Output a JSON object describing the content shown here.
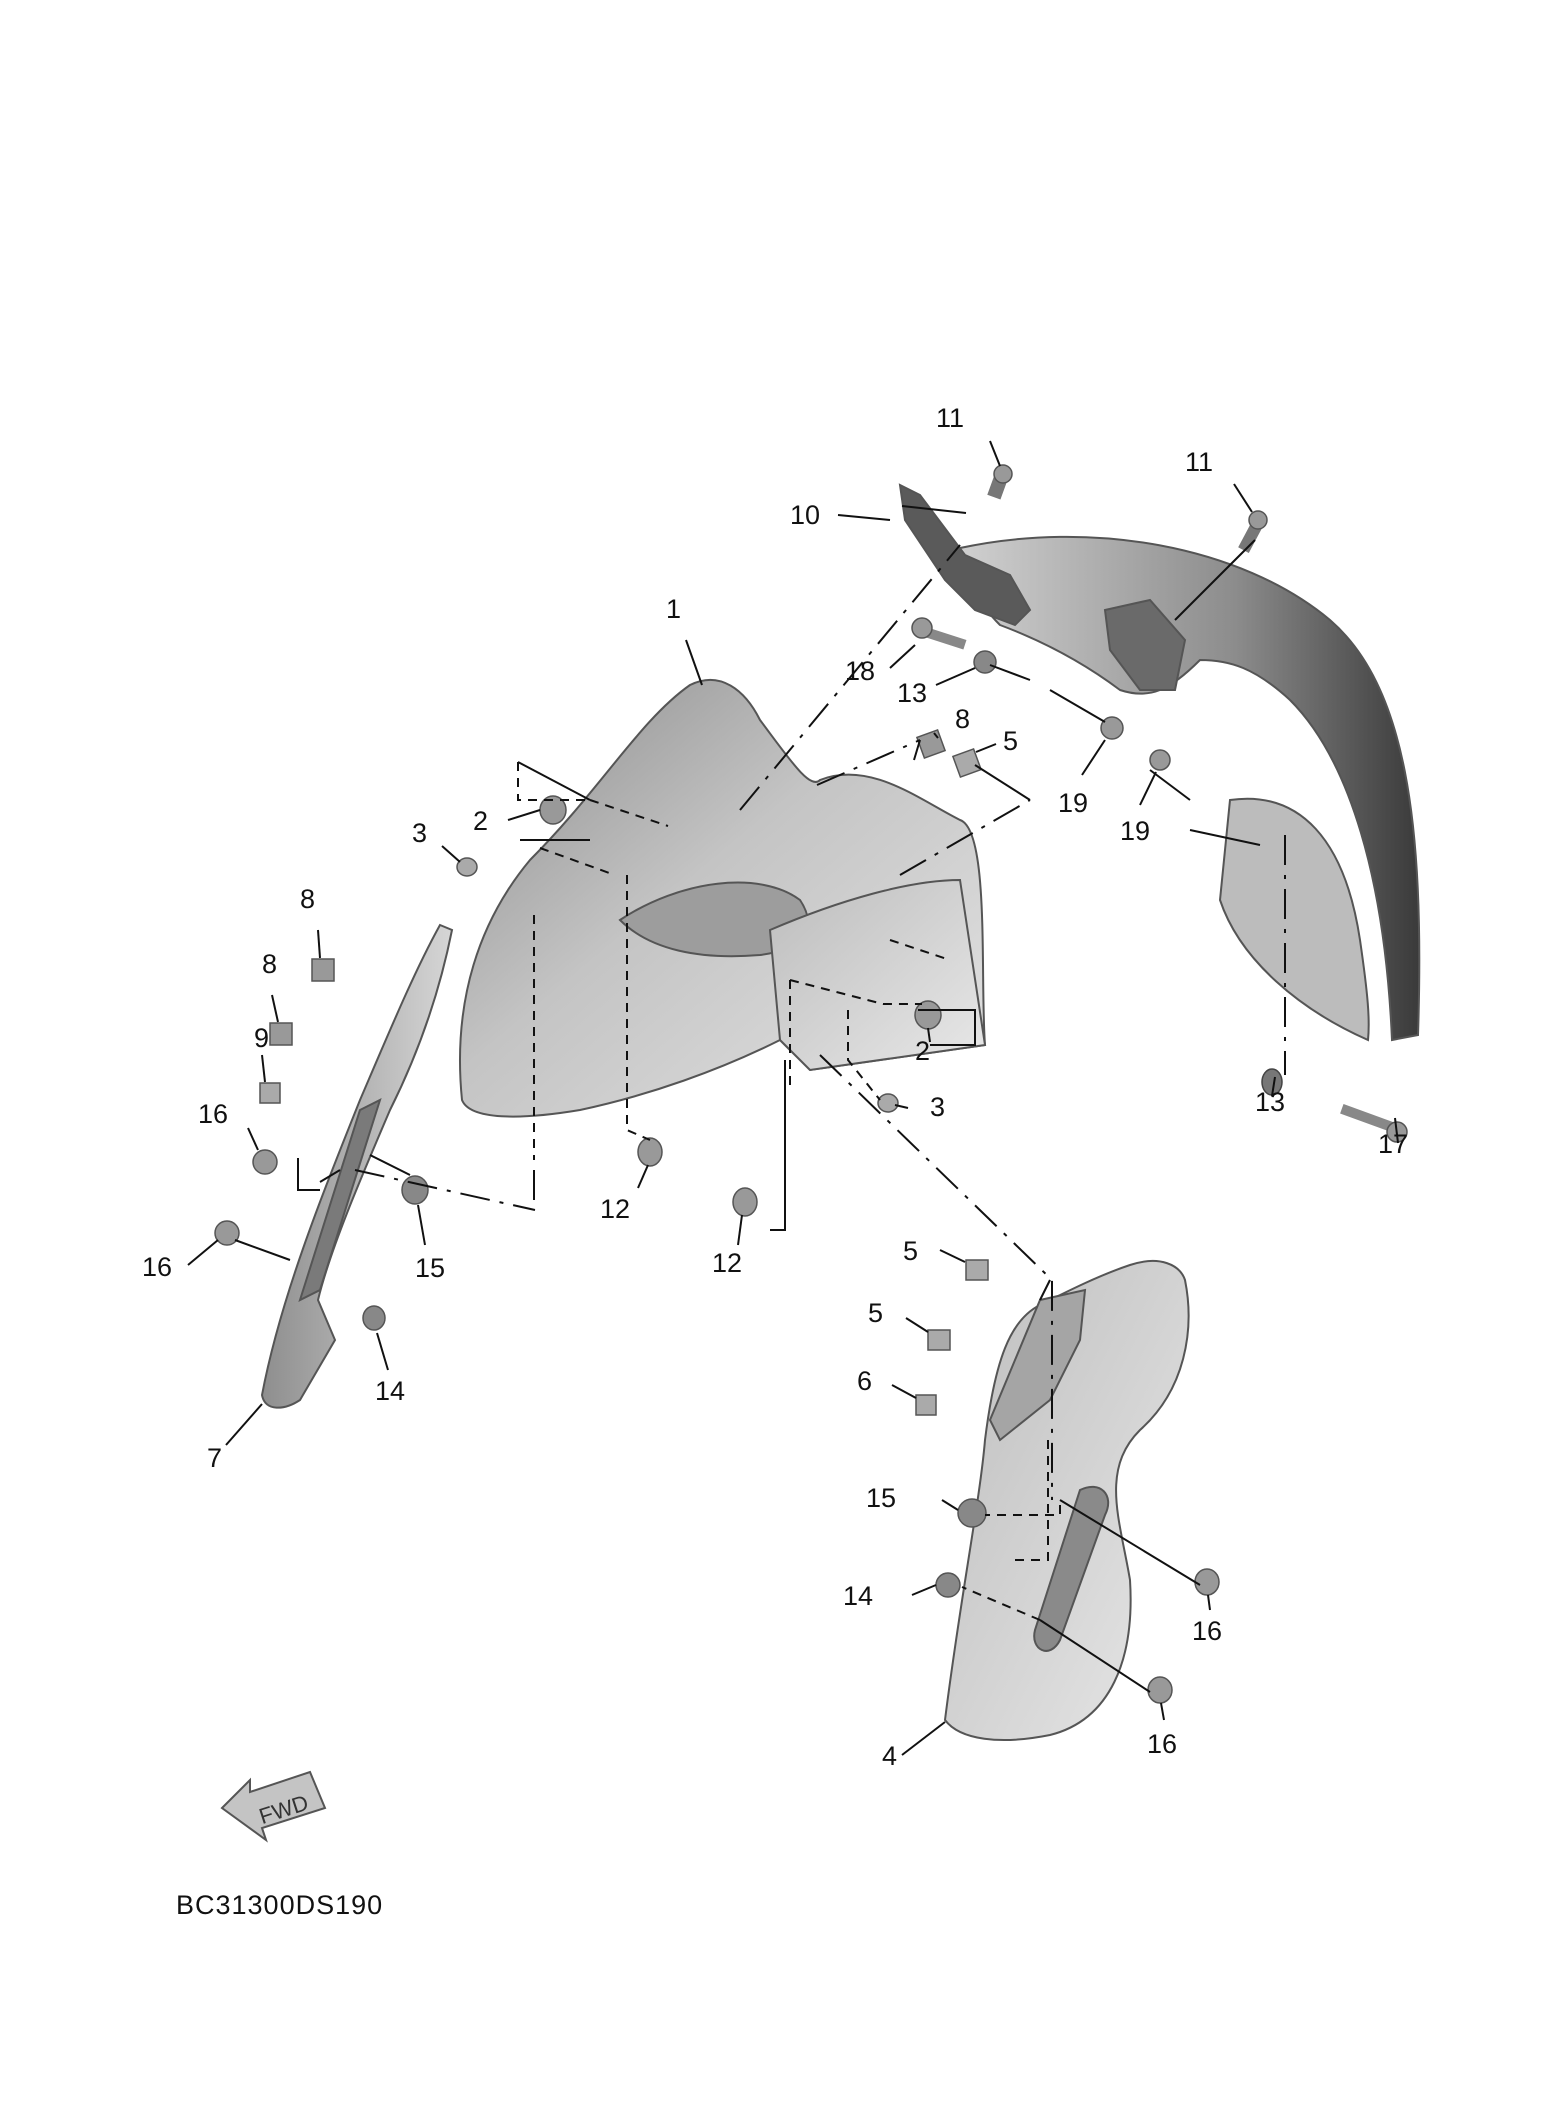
{
  "reference_code": "BC31300DS190",
  "fwd_label": "FWD",
  "callouts": {
    "c1": "1",
    "c2a": "2",
    "c2b": "2",
    "c3a": "3",
    "c3b": "3",
    "c4": "4",
    "c5a": "5",
    "c5b": "5",
    "c5c": "5",
    "c6": "6",
    "c7": "7",
    "c8a": "8",
    "c8b": "8",
    "c8c": "8",
    "c9": "9",
    "c10": "10",
    "c11a": "11",
    "c11b": "11",
    "c12a": "12",
    "c12b": "12",
    "c13a": "13",
    "c13b": "13",
    "c14a": "14",
    "c14b": "14",
    "c15a": "15",
    "c15b": "15",
    "c16a": "16",
    "c16b": "16",
    "c16c": "16",
    "c16d": "16",
    "c17": "17",
    "c18": "18",
    "c19a": "19",
    "c19b": "19"
  }
}
